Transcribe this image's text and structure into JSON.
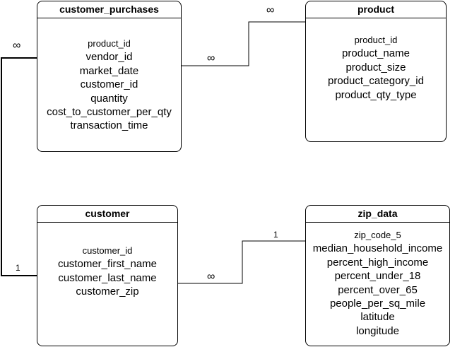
{
  "tables": {
    "customer_purchases": {
      "title": "customer_purchases",
      "fields": [
        "product_id",
        "vendor_id",
        "market_date",
        "customer_id",
        "quantity",
        "cost_to_customer_per_qty",
        "transaction_time"
      ]
    },
    "product": {
      "title": "product",
      "fields": [
        "product_id",
        "product_name",
        "product_size",
        "product_category_id",
        "product_qty_type"
      ]
    },
    "customer": {
      "title": "customer",
      "fields": [
        "customer_id",
        "customer_first_name",
        "customer_last_name",
        "customer_zip"
      ]
    },
    "zip_data": {
      "title": "zip_data",
      "fields": [
        "zip_code_5",
        "median_household_income",
        "percent_high_income",
        "percent_under_18",
        "percent_over_65",
        "people_per_sq_mile",
        "latitude",
        "longitude"
      ]
    }
  },
  "relationships": {
    "purchases_product": {
      "from_label": "∞",
      "to_label": "∞"
    },
    "customer_purchases": {
      "from_label": "1",
      "to_label": "∞"
    },
    "customer_zip": {
      "from_label": "∞",
      "to_label": "1"
    }
  }
}
